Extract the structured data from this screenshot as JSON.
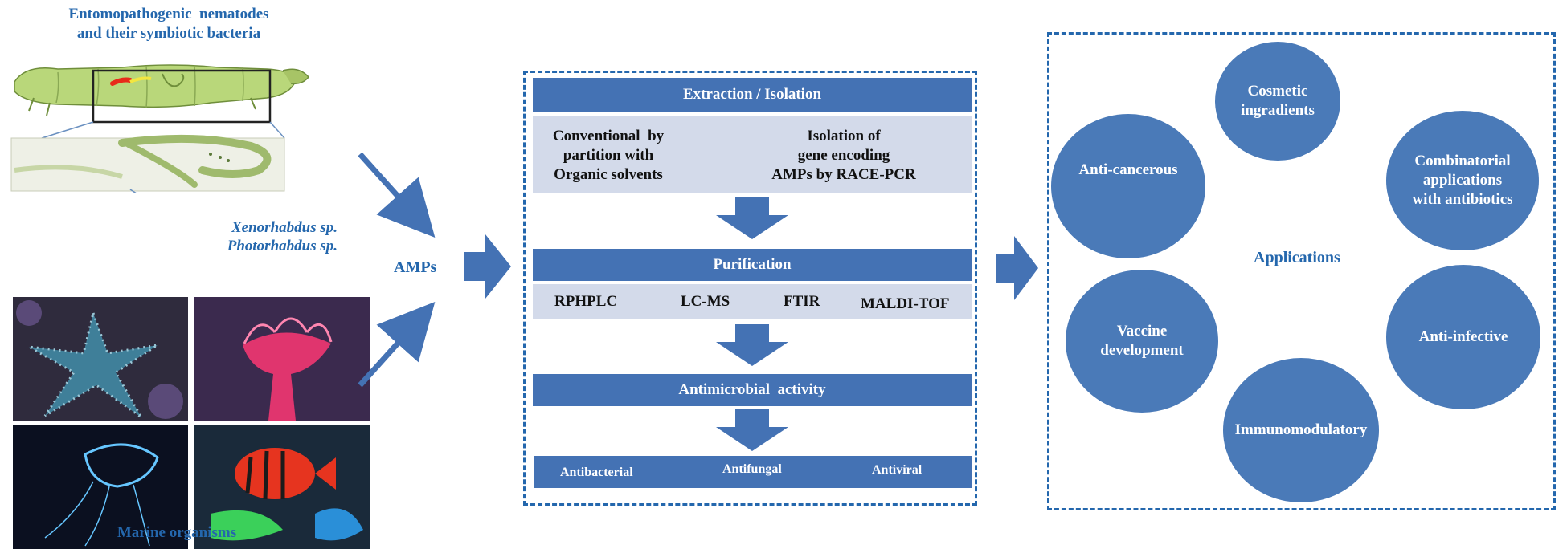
{
  "sources": {
    "nematode_title_line1": "Entomopathogenic  nematodes",
    "nematode_title_line2": "and their symbiotic bacteria",
    "bacteria_1": "Xenorhabdus sp.",
    "bacteria_2": "Photorhabdus sp.",
    "marine_label": "Marine organisms"
  },
  "amps_label": "AMPs",
  "workflow": {
    "extraction_title": "Extraction / Isolation",
    "conventional_line1": "Conventional  by",
    "conventional_line2": "partition with",
    "conventional_line3": "Organic solvents",
    "isolation_line1": "Isolation of",
    "isolation_line2": "gene encoding",
    "isolation_line3": "AMPs by RACE-PCR",
    "purification_title": "Purification",
    "methods": [
      "RPHPLC",
      "LC-MS",
      "FTIR",
      "MALDI-TOF"
    ],
    "activity_title": "Antimicrobial  activity",
    "activities": [
      "Antibacterial",
      "Antifungal",
      "Antiviral"
    ]
  },
  "applications": {
    "label": "Applications",
    "cosmetic_line1": "Cosmetic",
    "cosmetic_line2": "ingradients",
    "combinatorial_line1": "Combinatorial",
    "combinatorial_line2": "applications",
    "combinatorial_line3": "with antibiotics",
    "anticancerous": "Anti-cancerous",
    "vaccine_line1": "Vaccine",
    "vaccine_line2": "development",
    "antiinfective": "Anti-infective",
    "immunomodulatory": "Immunomodulatory"
  },
  "colors": {
    "accent_blue": "#4472b4",
    "text_blue": "#2467ad",
    "band_grey": "#d3daea",
    "circle_blue": "#4a7ab8"
  }
}
